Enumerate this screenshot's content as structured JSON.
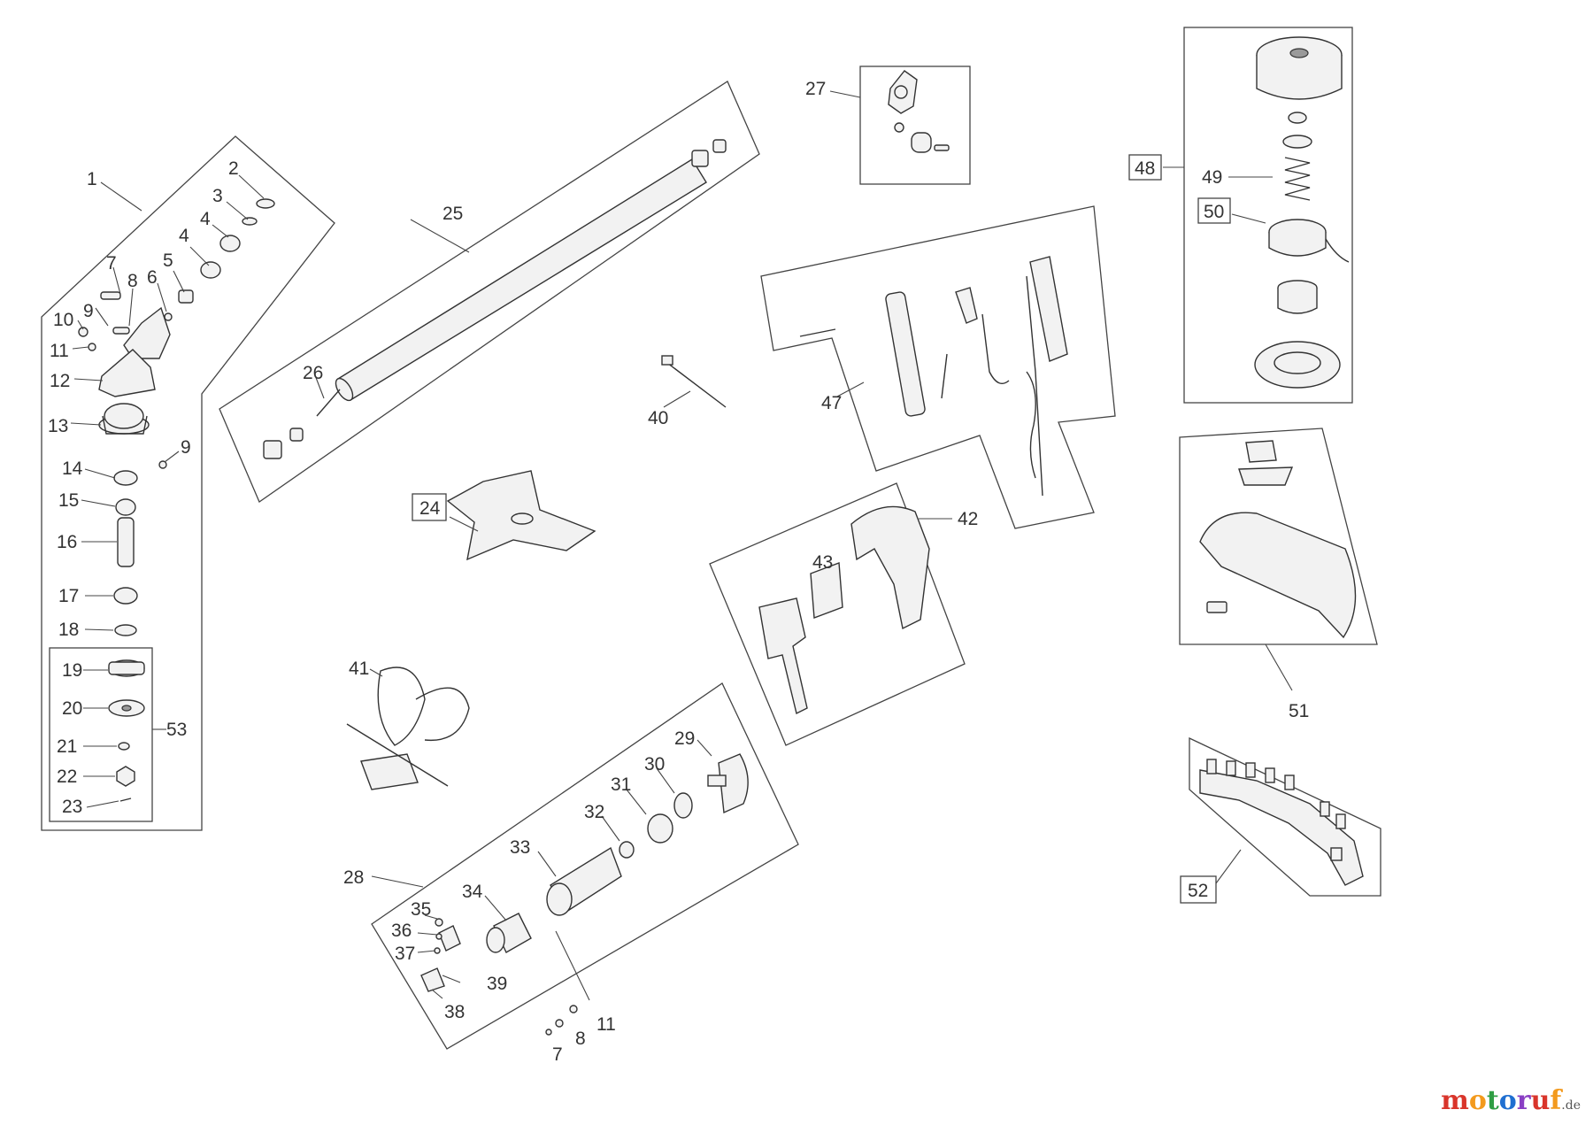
{
  "labels": {
    "l1": "1",
    "l2": "2",
    "l3": "3",
    "l4a": "4",
    "l4b": "4",
    "l5": "5",
    "l6": "6",
    "l7": "7",
    "l8": "8",
    "l9a": "9",
    "l9b": "9",
    "l10": "10",
    "l11": "11",
    "l12": "12",
    "l13": "13",
    "l14": "14",
    "l15": "15",
    "l16": "16",
    "l17": "17",
    "l18": "18",
    "l19": "19",
    "l20": "20",
    "l21": "21",
    "l22": "22",
    "l23": "23",
    "l24": "24",
    "l25": "25",
    "l26": "26",
    "l27": "27",
    "l28": "28",
    "l29": "29",
    "l30": "30",
    "l31": "31",
    "l32": "32",
    "l33": "33",
    "l34": "34",
    "l35": "35",
    "l36": "36",
    "l37": "37",
    "l38": "38",
    "l39": "39",
    "l40": "40",
    "l41": "41",
    "l42": "42",
    "l43": "43",
    "l47": "47",
    "l48": "48",
    "l49": "49",
    "l50": "50",
    "l51": "51",
    "l52": "52",
    "l53": "53",
    "l7b": "7",
    "l8b": "8",
    "l11b": "11"
  },
  "logo": {
    "brand": "motoruf",
    "domain": ".de",
    "colors": [
      "#d9352b",
      "#f39a1d",
      "#2f9e44",
      "#1f6fd1",
      "#8a3fc4",
      "#d9352b",
      "#f39a1d"
    ]
  }
}
